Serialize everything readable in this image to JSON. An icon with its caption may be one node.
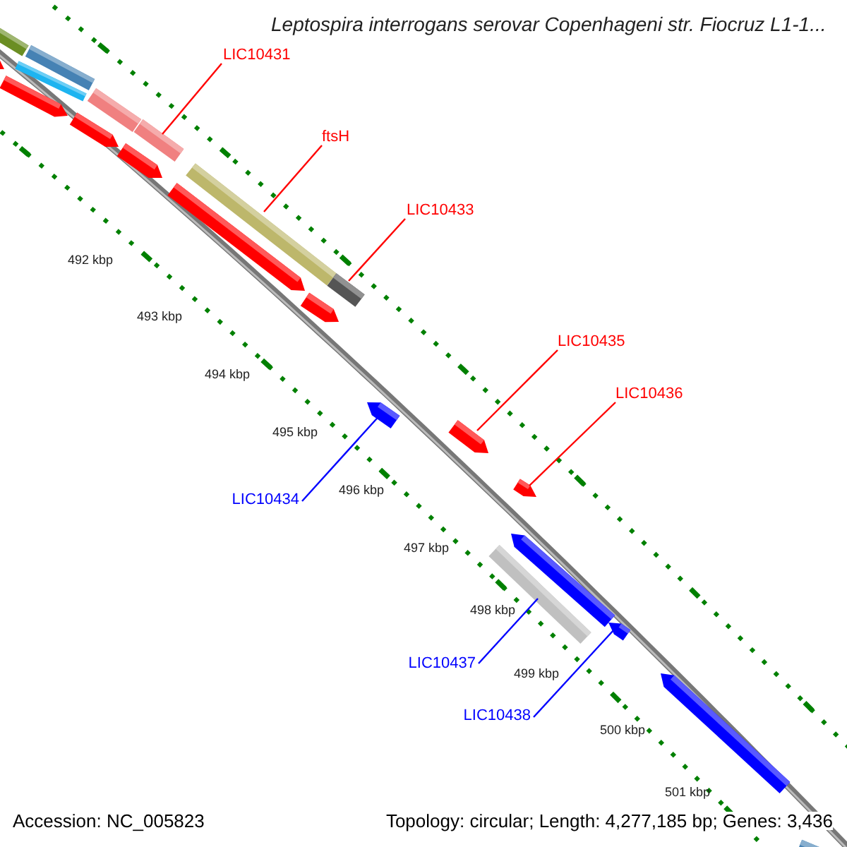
{
  "diagram": {
    "title": "Leptospira interrogans serovar Copenhageni str. Fiocruz L1-1...",
    "nodes": [
      {
        "text": [
          "LIC10431"
        ]
      },
      {
        "text": [],
        "shape": "bar"
      },
      {
        "text": [
          "ftsH"
        ]
      },
      {
        "text": [],
        "shape": "bar"
      },
      {
        "text": [
          "LIC10433"
        ]
      },
      {
        "text": [],
        "shape": "bar"
      },
      {
        "text": [
          "LIC10435"
        ]
      },
      {
        "text": [],
        "shape": "bar"
      },
      {
        "text": [
          "LIC10436"
        ]
      },
      {
        "text": [],
        "shape": "bar"
      },
      {
        "text": [
          "LIC10434"
        ]
      },
      {
        "text": [],
        "shape": "bar"
      },
      {
        "text": [
          "LIC10437"
        ]
      },
      {
        "text": [],
        "shape": "bar"
      },
      {
        "text": [
          "LIC10438"
        ]
      },
      {
        "text": [],
        "shape": "bar"
      },
      {
        "text": [],
        "shape": "bar"
      },
      {
        "text": [],
        "shape": "bar"
      },
      {
        "text": [],
        "shape": "bar"
      },
      {
        "text": [],
        "shape": "bar"
      },
      {
        "text": [],
        "shape": "bar"
      },
      {
        "text": [],
        "shape": "bar"
      },
      {
        "text": [],
        "shape": "bar"
      },
      {
        "text": [],
        "shape": "bar"
      },
      {
        "text": [],
        "shape": "bar"
      },
      {
        "text": [],
        "shape": "bar"
      },
      {
        "text": [],
        "shape": "bar"
      },
      {
        "text": [],
        "shape": "bar"
      },
      {
        "text": [],
        "shape": "bar"
      }
    ],
    "edges": [
      {
        "from": 0,
        "to": 1,
        "arrow": "none"
      },
      {
        "from": 2,
        "to": 3,
        "arrow": "none"
      },
      {
        "from": 4,
        "to": 5,
        "arrow": "none"
      },
      {
        "from": 6,
        "to": 7,
        "arrow": "none"
      },
      {
        "from": 8,
        "to": 9,
        "arrow": "none"
      },
      {
        "from": 10,
        "to": 11,
        "arrow": "none",
        "color": "#0000ff"
      },
      {
        "from": 12,
        "to": 13,
        "arrow": "none",
        "color": "#0000ff"
      },
      {
        "from": 14,
        "to": 15,
        "arrow": "none",
        "color": "#0000ff"
      }
    ],
    "labels": [
      "492 kbp",
      "493 kbp",
      "494 kbp",
      "495 kbp",
      "496 kbp",
      "497 kbp",
      "498 kbp",
      "499 kbp",
      "500 kbp",
      "501 kbp",
      "Accession: NC_005823",
      "Topology: circular; Length: 4,277,185 bp; Genes: 3,436"
    ]
  }
}
